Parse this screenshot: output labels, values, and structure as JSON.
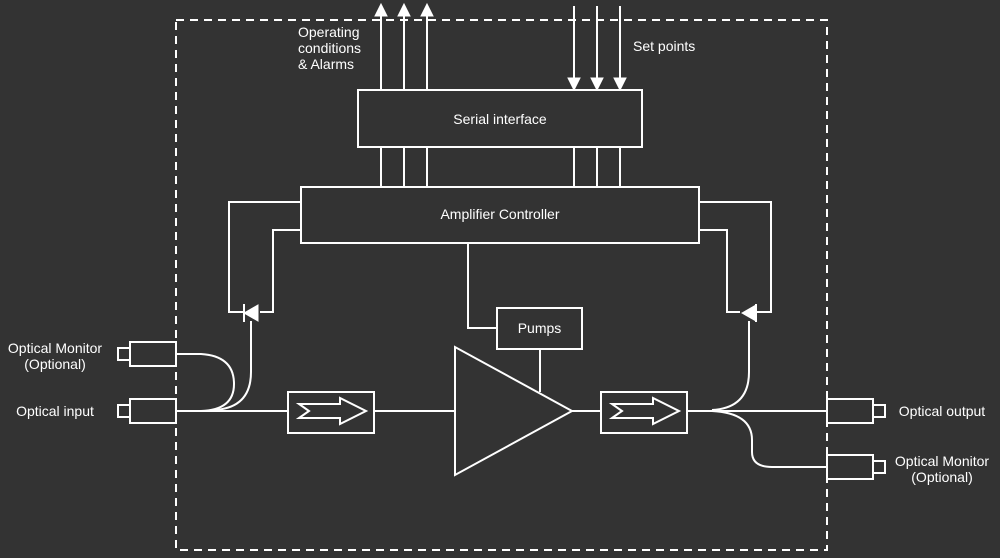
{
  "labels": {
    "operating_line1": "Operating",
    "operating_line2": "conditions",
    "operating_line3": "& Alarms",
    "set_points": "Set points",
    "serial_interface": "Serial interface",
    "amplifier_controller": "Amplifier Controller",
    "pumps": "Pumps",
    "optical_monitor_left_line1": "Optical Monitor",
    "optical_monitor_left_line2": "(Optional)",
    "optical_input": "Optical input",
    "optical_output": "Optical output",
    "optical_monitor_right_line1": "Optical Monitor",
    "optical_monitor_right_line2": "(Optional)"
  },
  "colors": {
    "background": "#333333",
    "stroke": "#ffffff"
  }
}
